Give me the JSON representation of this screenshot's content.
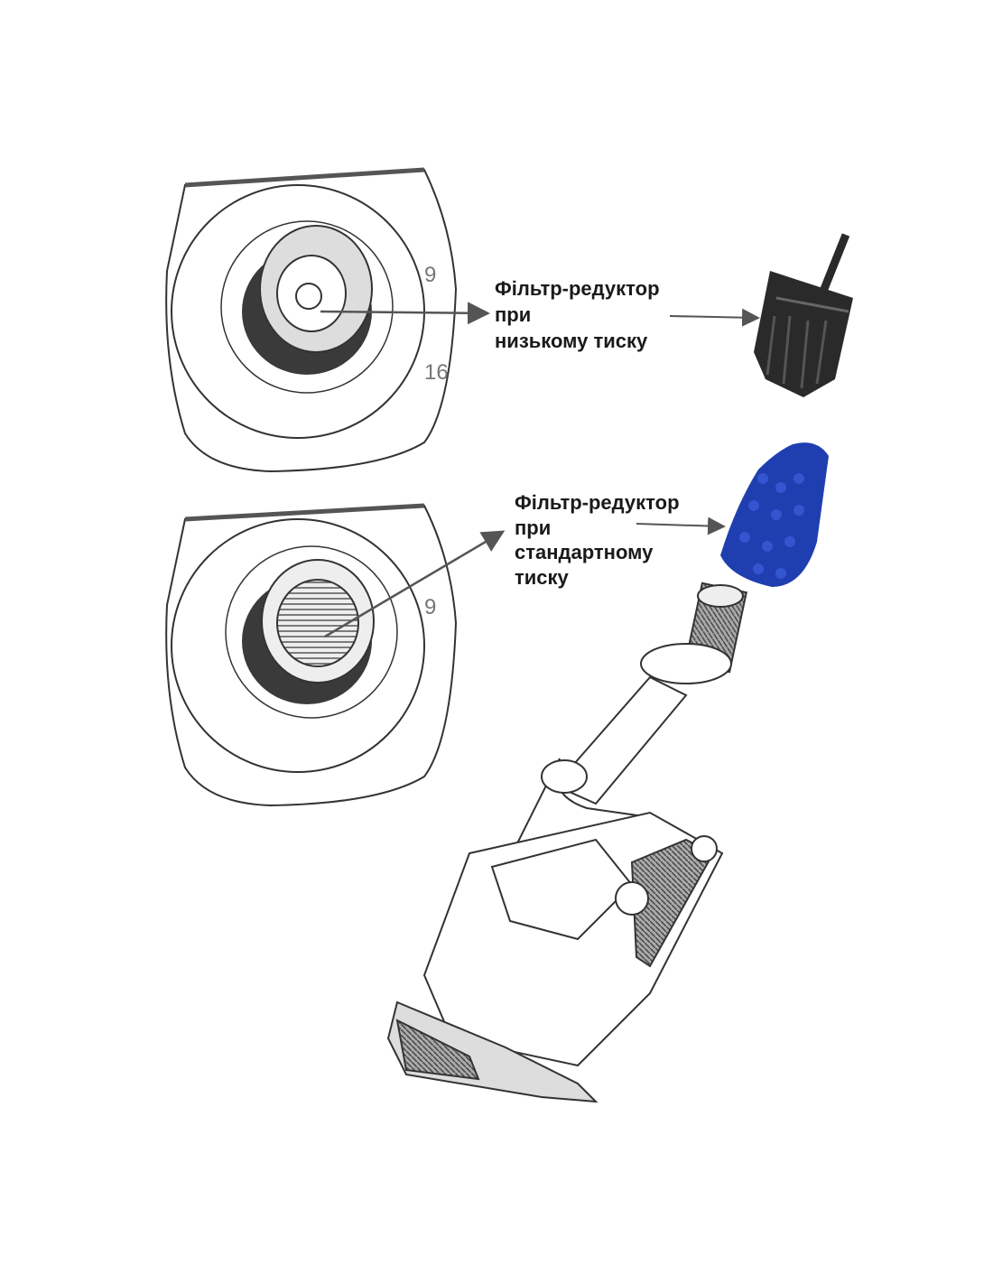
{
  "labels": {
    "low_pressure": {
      "line1": "Фільтр-редуктор",
      "line2": "при",
      "line3": "низькому тиску"
    },
    "standard_pressure": {
      "line1": "Фільтр-редуктор",
      "line2": "при",
      "line3": "стандартному",
      "line4": "тиску"
    }
  },
  "colors": {
    "blue_filter": "#1f3fb0",
    "black_filter": "#2a2a2a",
    "line": "#555555"
  }
}
